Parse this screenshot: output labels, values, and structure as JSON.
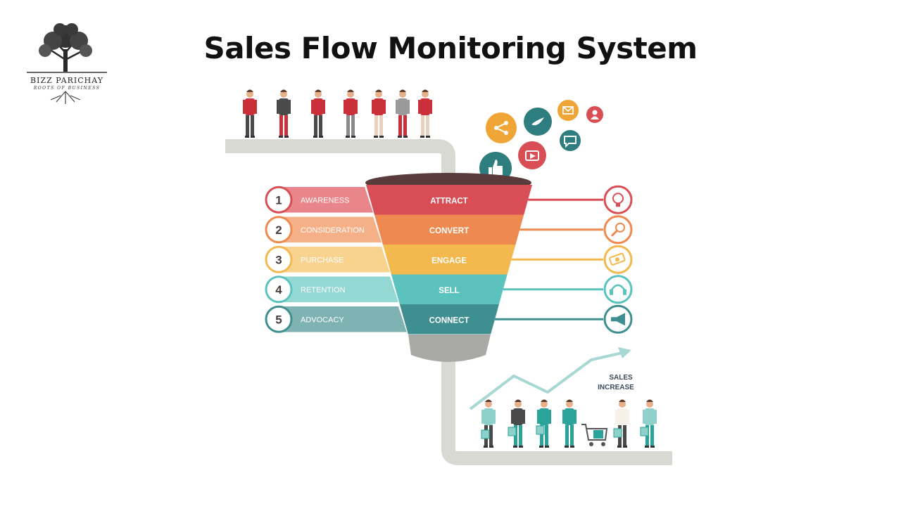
{
  "logo": {
    "icon": "tree-icon",
    "brand": "BIZZ PARICHAY",
    "tagline": "ROOTS OF BUSINESS"
  },
  "title": "Sales Flow Monitoring System",
  "stages": [
    {
      "number": "1",
      "label": "AWARENESS",
      "funnel_label": "ATTRACT",
      "icon": "lightbulb-icon",
      "color": "#d94e55",
      "light": "#e8868b"
    },
    {
      "number": "2",
      "label": "CONSIDERATION",
      "funnel_label": "CONVERT",
      "icon": "magnifier-icon",
      "color": "#ee8a4f",
      "light": "#f5b088"
    },
    {
      "number": "3",
      "label": "PURCHASE",
      "funnel_label": "ENGAGE",
      "icon": "money-icon",
      "color": "#f3b94f",
      "light": "#f7d38f"
    },
    {
      "number": "4",
      "label": "RETENTION",
      "funnel_label": "SELL",
      "icon": "support-icon",
      "color": "#5cc2bd",
      "light": "#94d8d4"
    },
    {
      "number": "5",
      "label": "ADVOCACY",
      "funnel_label": "CONNECT",
      "icon": "megaphone-icon",
      "color": "#3f8f90",
      "light": "#7fb3b3"
    }
  ],
  "social_icons": [
    {
      "name": "share-icon",
      "color": "#f0a636"
    },
    {
      "name": "bird-icon",
      "color": "#2e7d7f"
    },
    {
      "name": "mail-icon",
      "color": "#f0a636"
    },
    {
      "name": "user-icon",
      "color": "#d94e55"
    },
    {
      "name": "video-icon",
      "color": "#d94e55"
    },
    {
      "name": "chat-icon",
      "color": "#2e7d7f"
    },
    {
      "name": "thumbs-up-icon",
      "color": "#2e7d7f"
    }
  ],
  "sales_label": [
    "SALES",
    "INCREASE"
  ],
  "colors": {
    "pipe": "#d9d9d4",
    "funnel_neck": "#a9a9a6",
    "funnel_top": "#5a3b3b",
    "top_people": "#c9303a",
    "bottom_people": "#2aa39a"
  }
}
